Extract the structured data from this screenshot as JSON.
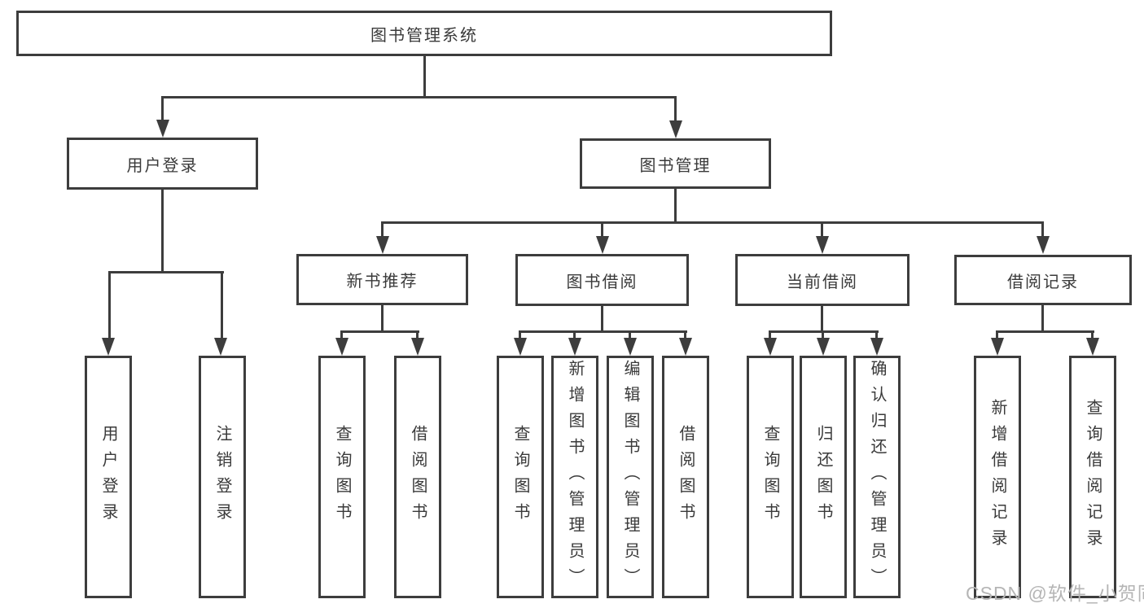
{
  "tree": {
    "root": "图书管理系统",
    "children": [
      {
        "label": "用户登录",
        "children": [
          "用户登录",
          "注销登录"
        ]
      },
      {
        "label": "图书管理",
        "children": [
          {
            "label": "新书推荐",
            "children": [
              "查询图书",
              "借阅图书"
            ]
          },
          {
            "label": "图书借阅",
            "children": [
              "查询图书",
              "新增图书（管理员）",
              "编辑图书（管理员）",
              "借阅图书"
            ]
          },
          {
            "label": "当前借阅",
            "children": [
              "查询图书",
              "归还图书",
              "确认归还（管理员）"
            ]
          },
          {
            "label": "借阅记录",
            "children": [
              "新增借阅记录",
              "查询借阅记录"
            ]
          }
        ]
      }
    ]
  },
  "colors": {
    "line": "#3d3d3d",
    "text": "#3a3a3a",
    "background": "#ffffff",
    "watermark": "#b5b5b5"
  },
  "watermark": "CSDN @软件_小贺同学"
}
